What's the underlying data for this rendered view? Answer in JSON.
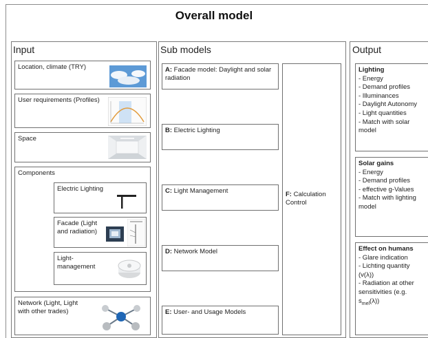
{
  "title": "Overall model",
  "input": {
    "header": "Input",
    "location": "Location, climate (TRY)",
    "user_requirements": "User requirements (Profiles)",
    "space": "Space",
    "components": {
      "label": "Components",
      "electric_lighting": "Electric Lighting",
      "facade": "Facade (Light and radiation)",
      "light_management": "Light-management"
    },
    "network": "Network (Light, Light with other trades)"
  },
  "sub_models": {
    "header": "Sub models",
    "a_key": "A:",
    "a_text": "Facade model: Daylight and solar radiation",
    "b_key": "B:",
    "b_text": "Electric Lighting",
    "c_key": "C:",
    "c_text": "Light Management",
    "d_key": "D:",
    "d_text": "Network Model",
    "e_key": "E:",
    "e_text": "User- and Usage Models",
    "f_key": "F:",
    "f_text": "Calculation Control"
  },
  "output": {
    "header": "Output",
    "lighting": {
      "heading": "Lighting",
      "items": [
        "- Energy",
        "- Demand profiles",
        "- Illuminances",
        "- Daylight Autonomy",
        "- Light quantities",
        "- Match with solar model"
      ]
    },
    "solar_gains": {
      "heading": "Solar gains",
      "items": [
        "- Energy",
        "- Demand profiles",
        "- effective g-Values",
        "- Match with lighting model"
      ]
    },
    "effect_on_humans": {
      "heading": "Effect on humans",
      "items": [
        "- Glare indication",
        "- Lichting quantity (v(λ))",
        "- Radiation at other sensitivities (e.g. s"
      ],
      "sub": "mel",
      "tail": "(λ))"
    }
  },
  "colors": {
    "border": "#6f6f6f",
    "sky_blue": "#5d9ad6",
    "network_blue": "#1f66b5"
  }
}
